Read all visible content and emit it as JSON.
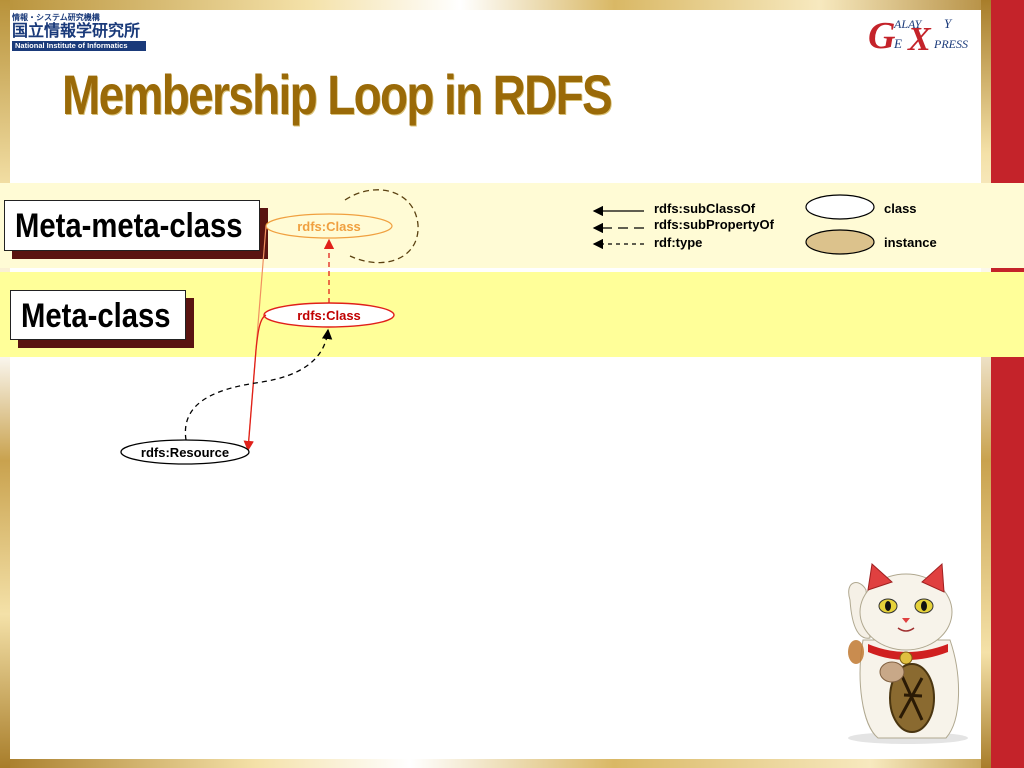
{
  "header": {
    "nii_line1": "情報・システム研究機構",
    "nii_line2": "国立情報学研究所",
    "nii_line3": "National Institute of Informatics",
    "galaxy_logo": {
      "g": "G",
      "alay": "ALAY",
      "y": "Y",
      "e": "E",
      "x": "X",
      "press": "PRESS"
    }
  },
  "title": "Membership Loop in RDFS",
  "levels": {
    "meta_meta_class": "Meta-meta-class",
    "meta_class": "Meta-class"
  },
  "nodes": {
    "ghost_class": "rdfs:Class",
    "class": "rdfs:Class",
    "resource": "rdfs:Resource"
  },
  "legend": {
    "subclassof": "rdfs:subClassOf",
    "subpropertyof": "rdfs:subPropertyOf",
    "type": "rdf:type",
    "class": "class",
    "instance": "instance"
  },
  "colors": {
    "title": "#9a6a08",
    "band_meta_meta": "#fffbd5",
    "band_meta": "#ffff99",
    "ghost_node": "#f0a040",
    "class_node": "#e0201a",
    "instance_fill": "#dcc28c",
    "frame_red": "#c4232a",
    "logo_blue": "#1a3a7a",
    "logo_red": "#c4232a"
  },
  "icons": {
    "cat": "maneki-neko-figurine",
    "nii": "nii-logo",
    "galaxy": "galaxy-express-logo"
  }
}
